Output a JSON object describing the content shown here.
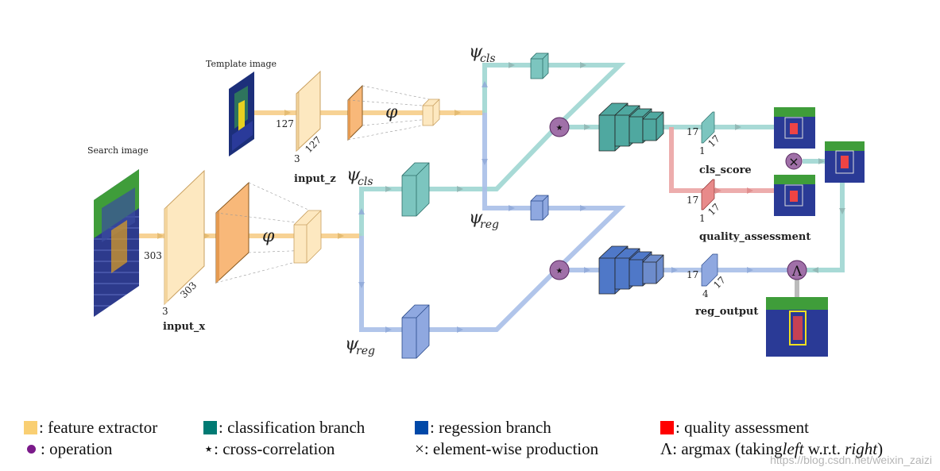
{
  "labels": {
    "template_image": "Template image",
    "search_image": "Search image",
    "input_z": "input_z",
    "input_x": "input_x",
    "cls_score": "cls_score",
    "quality_assessment": "quality_assessment",
    "reg_output": "reg_output",
    "phi": "φ",
    "psi": "ψ",
    "cls": "cls",
    "reg": "reg",
    "star": "⋆",
    "times": "×",
    "argmax": "Λ"
  },
  "dims": {
    "z_h": "127",
    "z_w": "127",
    "z_c": "3",
    "x_h": "303",
    "x_w": "303",
    "x_c": "3",
    "cls_h": "17",
    "cls_w": "17",
    "cls_c": "1",
    "qa_h": "17",
    "qa_w": "17",
    "qa_c": "1",
    "reg_h": "17",
    "reg_w": "17",
    "reg_c": "4"
  },
  "colors": {
    "feature": "#f5c779",
    "classification": "#007a73",
    "regression": "#0048a8",
    "quality": "#e8322b",
    "operation": "#7b3a8a"
  },
  "legend": [
    {
      "symbol": "swatch",
      "color": "#f5c779",
      "text": ": feature extractor"
    },
    {
      "symbol": "swatch",
      "color": "#007a73",
      "text": ": classification branch"
    },
    {
      "symbol": "swatch",
      "color": "#0048a8",
      "text": ": regession branch"
    },
    {
      "symbol": "swatch",
      "color": "#ff0000",
      "text": ": quality assessment"
    },
    {
      "symbol": "dot",
      "color": "#7b1a8a",
      "text": ": operation"
    },
    {
      "symbol": "⋆",
      "text": ": cross-correlation"
    },
    {
      "symbol": "×",
      "text": ": element-wise production"
    },
    {
      "symbol": "Λ",
      "text": ": argmax (taking ",
      "em1": "left",
      "mid": " w.r.t. ",
      "em2": "right",
      "end": ")"
    }
  ],
  "watermark": "https://blog.csdn.net/weixin_zaizi"
}
